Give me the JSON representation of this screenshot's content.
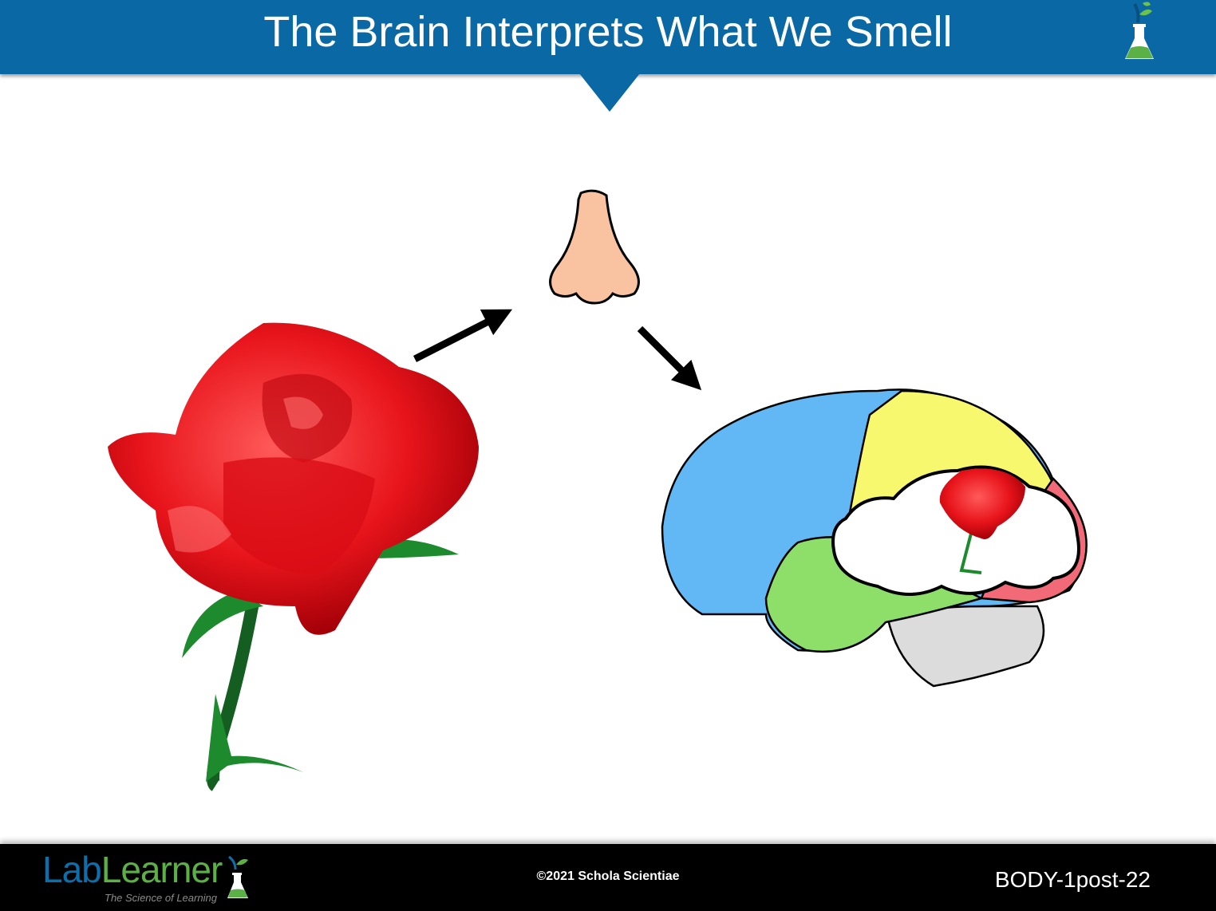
{
  "header": {
    "title": "The Brain Interprets What We Smell",
    "icon": "flask-icon"
  },
  "diagram": {
    "items": [
      "rose",
      "nose",
      "brain"
    ],
    "colors": {
      "header": "#0a68a4",
      "rose": "#e8141b",
      "stem": "#1e8a2e",
      "frontal": "#62b8f5",
      "parietal": "#f7f86e",
      "occipital": "#f26a78",
      "temporal": "#8ddf6a",
      "cerebellum": "#dcdcdc",
      "nose": "#f9c3a1"
    }
  },
  "footer": {
    "logo": {
      "part1": "Lab",
      "part2": "Learner",
      "tagline": "The Science of Learning"
    },
    "copyright": "©2021 Schola Scientiae",
    "code": "BODY-1post-22"
  }
}
